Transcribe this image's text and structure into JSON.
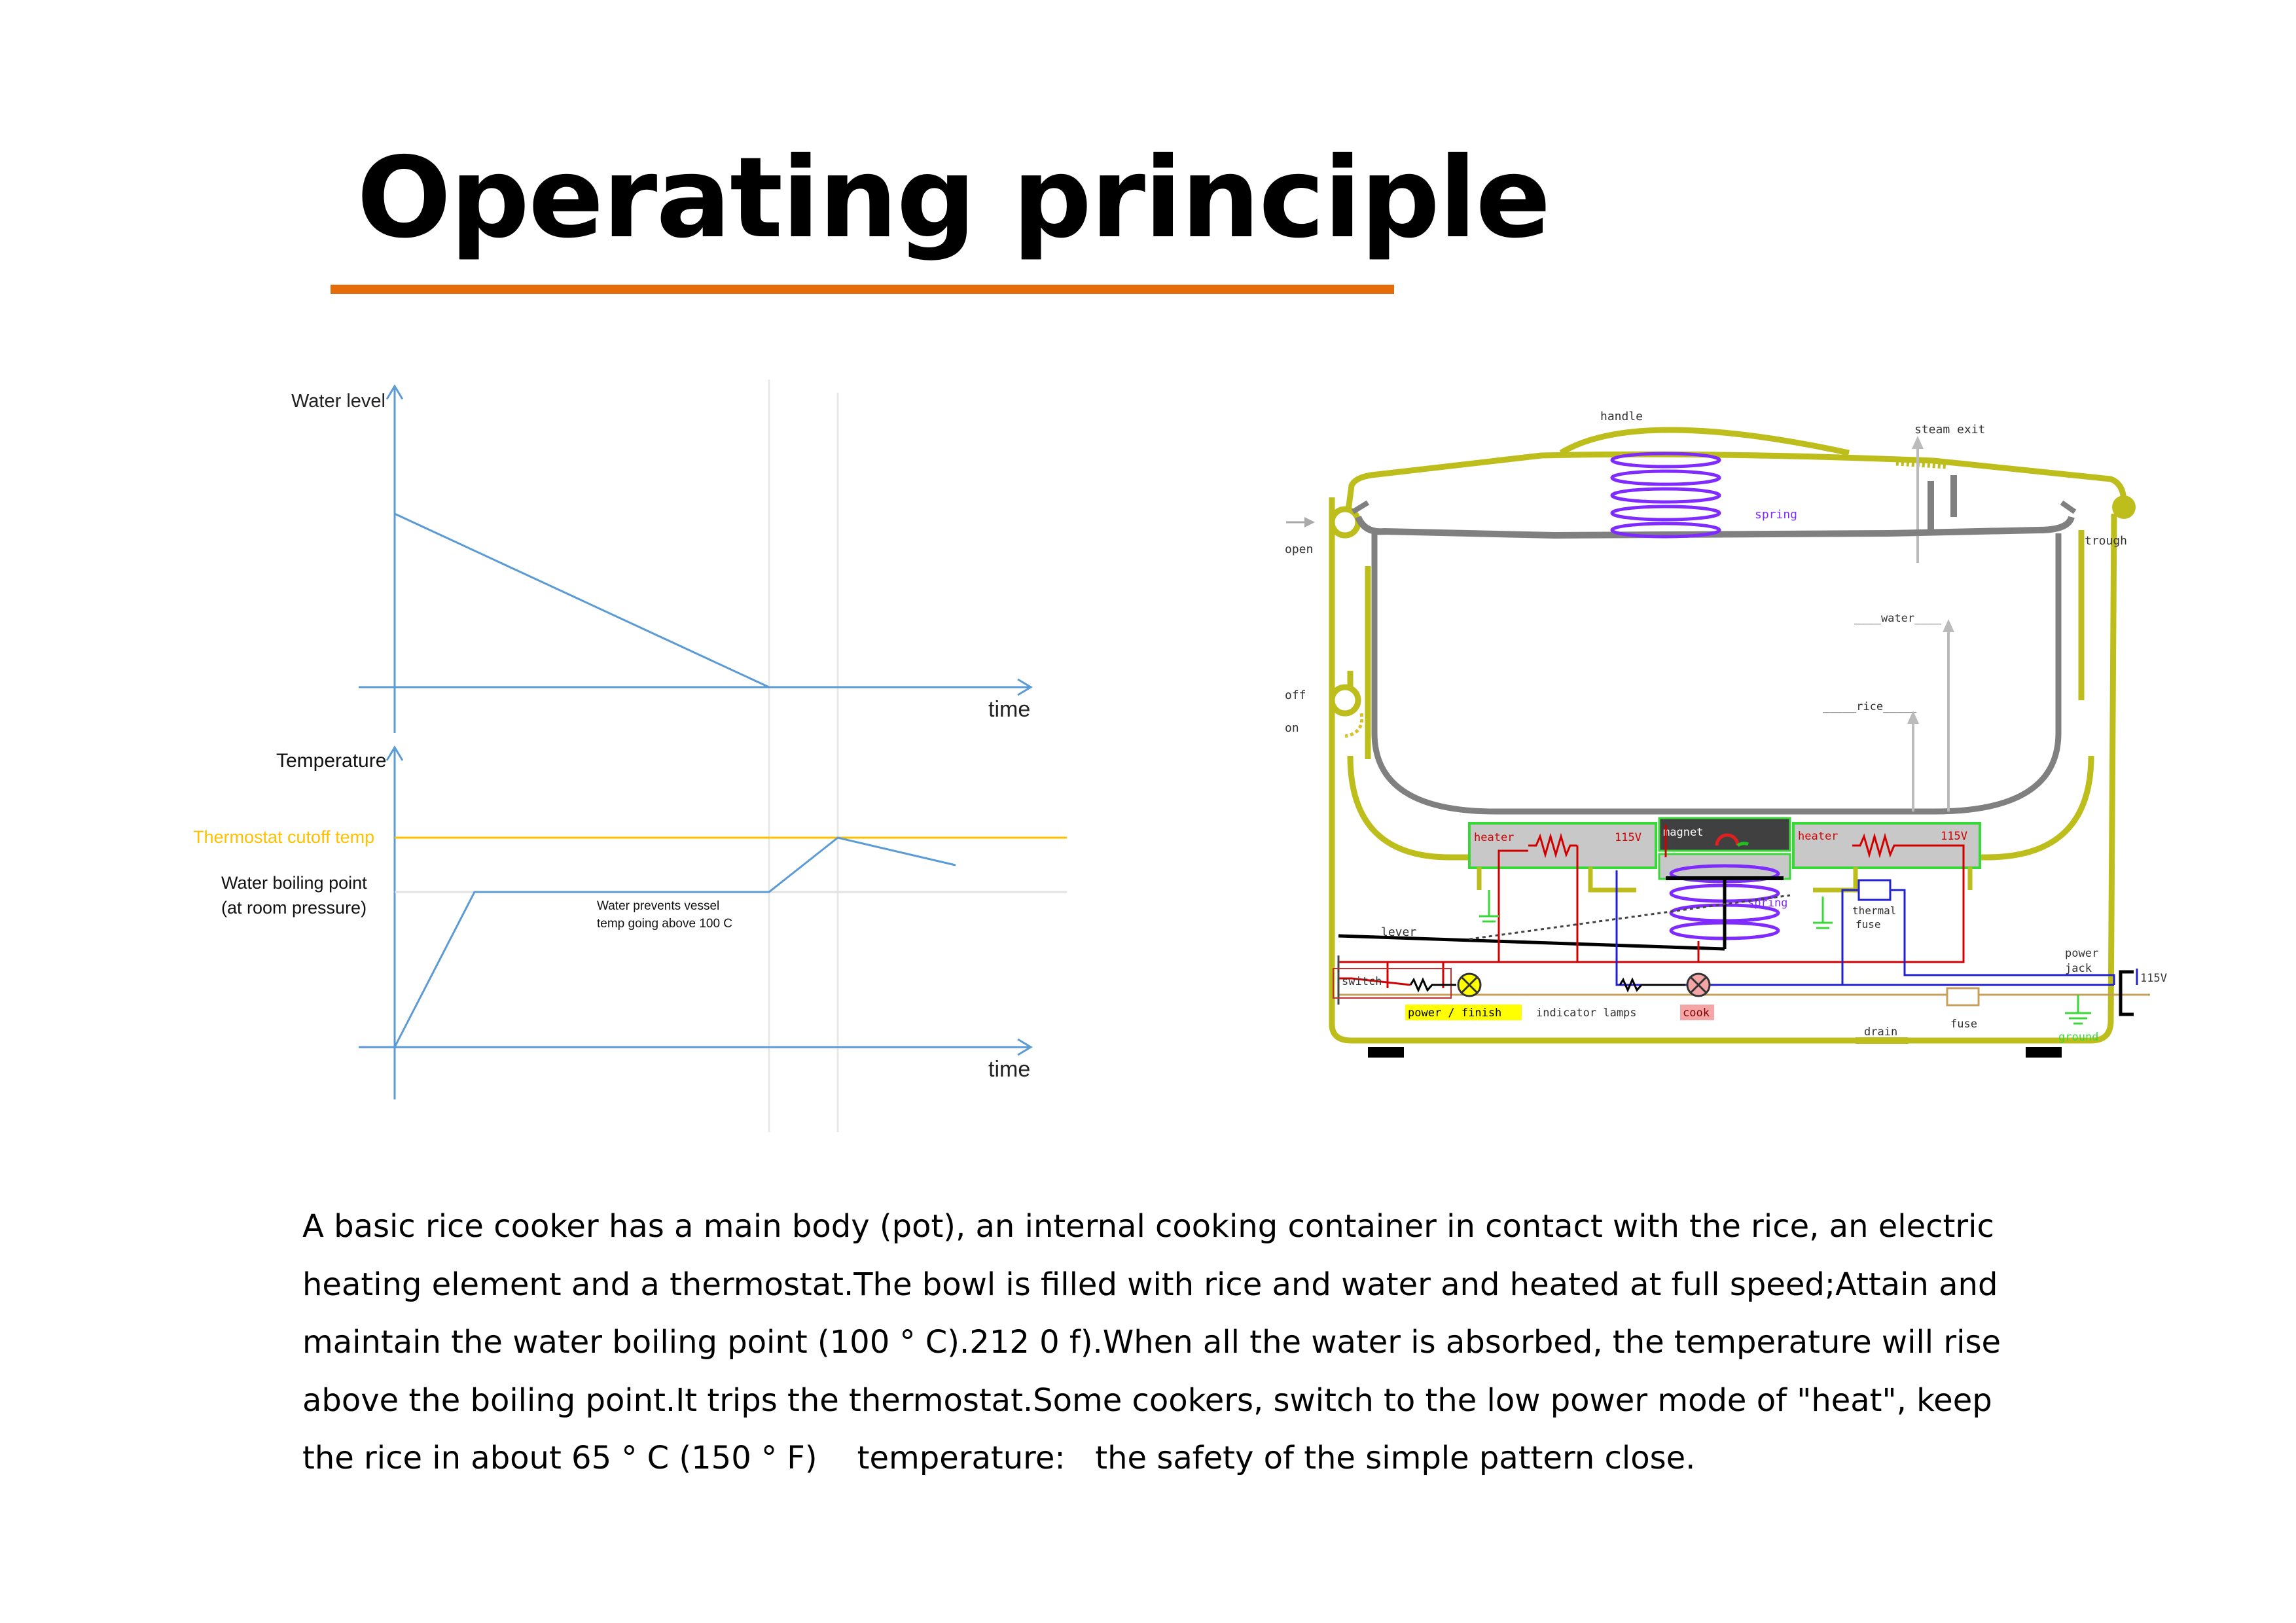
{
  "slide": {
    "title": "Operating principle",
    "colors": {
      "accent_rule": "#E46C0A",
      "title": "#000000"
    }
  },
  "charts": [
    {
      "type": "line",
      "ylabel": "Water level",
      "xlabel": "time",
      "x_marks": {
        "boiling_starts": "t1",
        "water_absorbed": "t2"
      },
      "series": [
        {
          "x": [
            "0",
            "t1"
          ],
          "y_description": "falls linearly from initial level to zero at t1"
        }
      ],
      "colors": {
        "axis": "#5B9BD5",
        "line": "#5B9BD5"
      }
    },
    {
      "type": "line",
      "ylabel": "Temperature",
      "xlabel": "time",
      "reference_lines": [
        {
          "label": "Thermostat cutoff temp",
          "color": "#FFC000"
        },
        {
          "label_lines": [
            "Water boiling point",
            "(at room pressure)"
          ],
          "color": "#D9D9D9"
        }
      ],
      "annotation_lines": [
        "Water prevents vessel",
        "temp going above 100 C"
      ],
      "colors": {
        "axis": "#5B9BD5",
        "line": "#5B9BD5"
      }
    }
  ],
  "diagram": {
    "labels": {
      "handle": "handle",
      "steam_exit": "steam exit",
      "spring_top": "spring",
      "trough": "trough",
      "open": "open",
      "water": "____water____",
      "off": "off",
      "on": "on",
      "rice": "_____rice_____",
      "heater_left": "heater",
      "volt_left": "115V",
      "magnet": "magnet",
      "heater_right": "heater",
      "volt_right": "115V",
      "spring_bottom": "spring",
      "thermal_fuse_1": "thermal",
      "thermal_fuse_2": "fuse",
      "lever": "lever",
      "switch": "switch",
      "power_jack_1": "power",
      "power_jack_2": "jack",
      "volt_jack": "115V",
      "power_finish": "power / finish",
      "indicator_lamps": "indicator lamps",
      "cook": "cook",
      "fuse": "fuse",
      "ground": "ground",
      "drain": "drain"
    },
    "colors": {
      "body": "#BDBE1C",
      "pot": "#808080",
      "spring": "#7F2BFF",
      "heater_fill": "#C8C8C8",
      "heater_border": "#38D838",
      "magnet_fill": "#404040",
      "wire_red": "#D00000",
      "wire_blue": "#2020D0",
      "wire_tan": "#C8A05A",
      "lamp_yellow": "#FFFF00",
      "lamp_pink": "#F4A6A6",
      "ground": "#38D838"
    }
  },
  "body_text": {
    "lines": [
      "A basic rice cooker has a main body (pot), an internal cooking container in contact with the rice, an electric",
      "heating element and a thermostat.The bowl is filled with rice and water and heated at full speed;Attain and",
      "maintain the water boiling point (100 ° C).212 0 f).When all the water is absorbed, the temperature will rise",
      "above the boiling point.It trips the thermostat.Some cookers, switch to the low power mode of \"heat\", keep",
      "the rice in about 65 ° C (150 ° F)    temperature:   the safety of the simple pattern close."
    ]
  }
}
